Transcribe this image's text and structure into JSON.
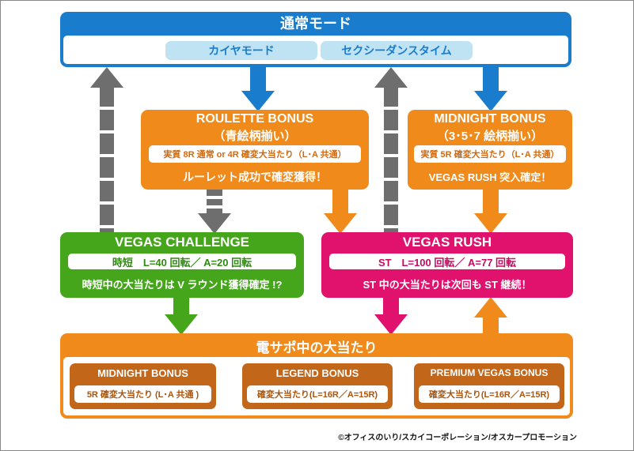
{
  "normal_mode": {
    "title": "通常モード",
    "sub1": "カイヤモード",
    "sub2": "セクシーダンスタイム"
  },
  "roulette": {
    "title1": "ROULETTE BONUS",
    "title2": "（青絵柄揃い）",
    "detail": "実質 8R 通常 or 4R 確変大当たり（L･A 共通）",
    "note": "ルーレット成功で確変獲得！"
  },
  "midnight": {
    "title1": "MIDNIGHT BONUS",
    "title2": "（3･5･7 絵柄揃い）",
    "detail": "実質 5R 確変大当たり（L･A 共通）",
    "note": "VEGAS RUSH 突入確定！"
  },
  "challenge": {
    "title": "VEGAS CHALLENGE",
    "detail": "時短　L=40 回転／ A=20 回転",
    "note": "時短中の大当たりは V ラウンド獲得確定 !?"
  },
  "rush": {
    "title": "VEGAS RUSH",
    "detail": "ST　L=100 回転／ A=77 回転",
    "note": "ST 中の大当たりは次回も ST 継続！"
  },
  "densapo": {
    "title": "電サポ中の大当たり",
    "items": [
      {
        "title": "MIDNIGHT BONUS",
        "detail": "5R 確変大当たり (L･A 共通 )"
      },
      {
        "title": "LEGEND BONUS",
        "detail": "確変大当たり(L=16R／A=15R)"
      },
      {
        "title": "PREMIUM VEGAS BONUS",
        "detail": "確変大当たり(L=16R／A=15R)"
      }
    ]
  },
  "copyright": "©オフィスのいり/スカイコーポレーション/オスカープロモーション",
  "colors": {
    "blue": "#1a7ccd",
    "light_blue": "#bfe3f2",
    "orange": "#f08a1a",
    "green": "#45a51b",
    "magenta": "#e0126e",
    "brown": "#c2661a",
    "gray": "#6e6e6e"
  }
}
